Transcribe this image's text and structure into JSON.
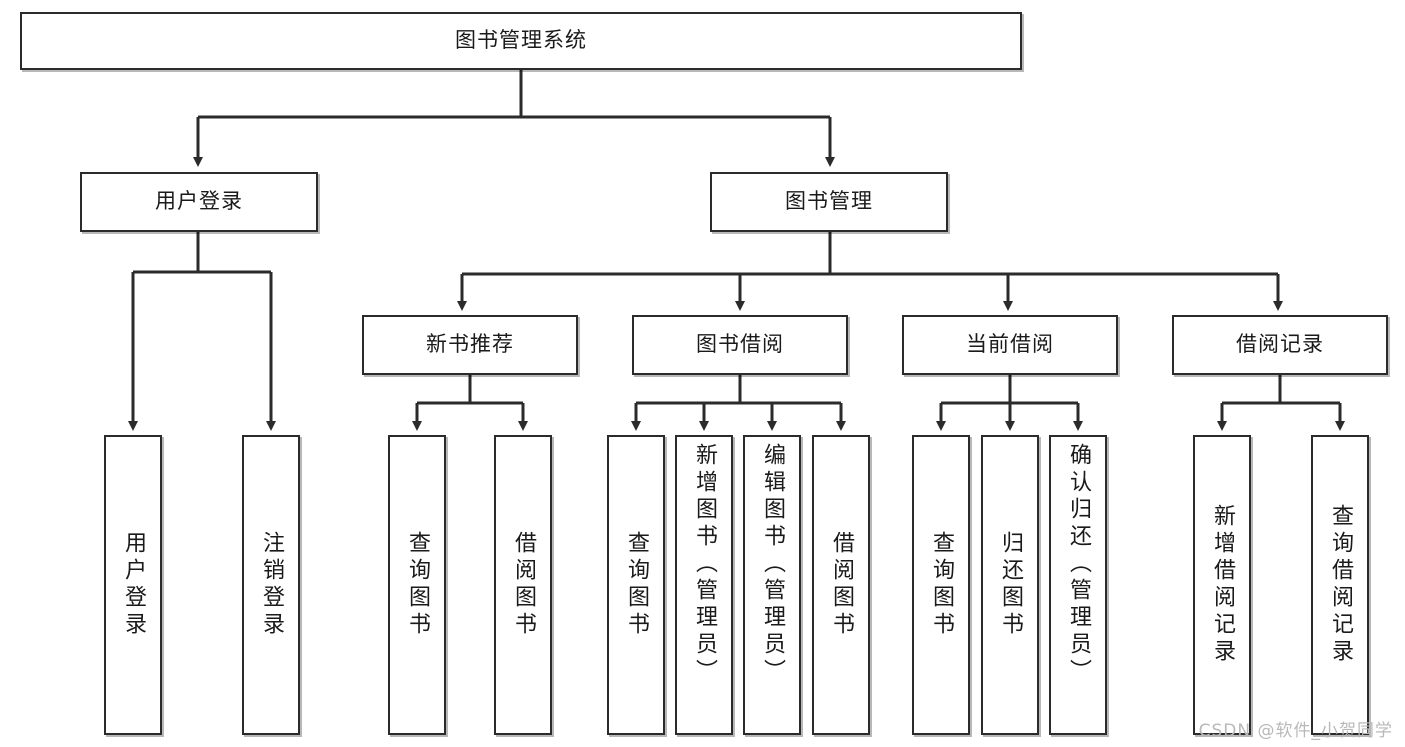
{
  "diagram": {
    "type": "tree-hierarchy",
    "title": "图书管理系统",
    "watermark": "CSDN @软件_小贺同学",
    "colors": {
      "box_border": "#2b2b2b",
      "box_fill": "#ffffff",
      "connector": "#2b2b2b",
      "text": "#1a1a1a",
      "watermark": "#b9b9b9",
      "background": "#ffffff"
    },
    "levels": [
      {
        "level": 1,
        "nodes": [
          {
            "id": "root",
            "label": "图书管理系统",
            "orientation": "horizontal"
          }
        ]
      },
      {
        "level": 2,
        "nodes": [
          {
            "id": "login",
            "label": "用户登录",
            "orientation": "horizontal",
            "parent": "root"
          },
          {
            "id": "bookmgmt",
            "label": "图书管理",
            "orientation": "horizontal",
            "parent": "root"
          }
        ]
      },
      {
        "level": 3,
        "nodes": [
          {
            "id": "newbook",
            "label": "新书推荐",
            "orientation": "horizontal",
            "parent": "bookmgmt"
          },
          {
            "id": "borrow",
            "label": "图书借阅",
            "orientation": "horizontal",
            "parent": "bookmgmt"
          },
          {
            "id": "current",
            "label": "当前借阅",
            "orientation": "horizontal",
            "parent": "bookmgmt"
          },
          {
            "id": "records",
            "label": "借阅记录",
            "orientation": "horizontal",
            "parent": "bookmgmt"
          }
        ]
      },
      {
        "level": 4,
        "nodes": [
          {
            "id": "leaf-user-login",
            "label": "用户登录",
            "orientation": "vertical",
            "parent": "login"
          },
          {
            "id": "leaf-user-logout",
            "label": "注销登录",
            "orientation": "vertical",
            "parent": "login"
          },
          {
            "id": "leaf-new-query",
            "label": "查询图书",
            "orientation": "vertical",
            "parent": "newbook"
          },
          {
            "id": "leaf-new-borrow",
            "label": "借阅图书",
            "orientation": "vertical",
            "parent": "newbook"
          },
          {
            "id": "leaf-borrow-query",
            "label": "查询图书",
            "orientation": "vertical",
            "parent": "borrow"
          },
          {
            "id": "leaf-borrow-add",
            "label": "新增图书（管理员）",
            "orientation": "vertical",
            "parent": "borrow"
          },
          {
            "id": "leaf-borrow-edit",
            "label": "编辑图书（管理员）",
            "orientation": "vertical",
            "parent": "borrow"
          },
          {
            "id": "leaf-borrow-lend",
            "label": "借阅图书",
            "orientation": "vertical",
            "parent": "borrow"
          },
          {
            "id": "leaf-current-query",
            "label": "查询图书",
            "orientation": "vertical",
            "parent": "current"
          },
          {
            "id": "leaf-current-return",
            "label": "归还图书",
            "orientation": "vertical",
            "parent": "current"
          },
          {
            "id": "leaf-current-confirm",
            "label": "确认归还（管理员）",
            "orientation": "vertical",
            "parent": "current"
          },
          {
            "id": "leaf-rec-add",
            "label": "新增借阅记录",
            "orientation": "vertical",
            "parent": "records"
          },
          {
            "id": "leaf-rec-query",
            "label": "查询借阅记录",
            "orientation": "vertical",
            "parent": "records"
          }
        ]
      }
    ]
  }
}
